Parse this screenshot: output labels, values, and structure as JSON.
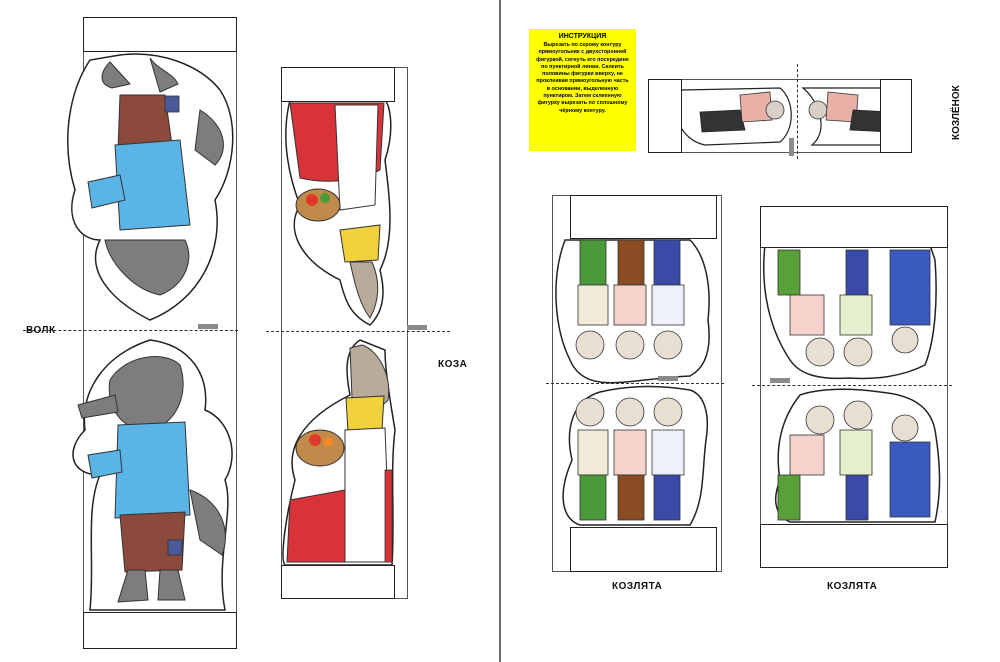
{
  "instruction": {
    "title": "ИНСТРУКЦИЯ",
    "text": "Вырезать по серому контуру прямоугольник с двухсторонней фигуркой, согнуть его посередине по пунктирной линии. Склеить половины фигурки вверху, не проклеивая прямоугольную часть в основании, выделенную пунктиром. Затем склеенную фигурку вырезать по сплошному чёрному контуру."
  },
  "labels": {
    "wolf": "ВОЛК",
    "goat": "КОЗА",
    "kid": "КОЗЛЁНОК",
    "kids_left": "КОЗЛЯТА",
    "kids_right": "КОЗЛЯТА"
  },
  "colors": {
    "instruction_bg": "#ffff00",
    "glue_mark": "#8a8a8a",
    "wolf_shirt": "#5ab4e6",
    "wolf_pants": "#8b4a3c",
    "wolf_fur": "#7d7d7d",
    "goat_dress": "#d9333a",
    "goat_apron": "#ffffff",
    "goat_shawl": "#f2d23c",
    "kid_green": "#4a9a3a",
    "kid_blue": "#3a4aa8",
    "kid_brown": "#8a4a22"
  },
  "icons": [
    "wolf-figure",
    "mother-goat-figure",
    "kid-goat-figure",
    "goat-kids-group-figure"
  ]
}
